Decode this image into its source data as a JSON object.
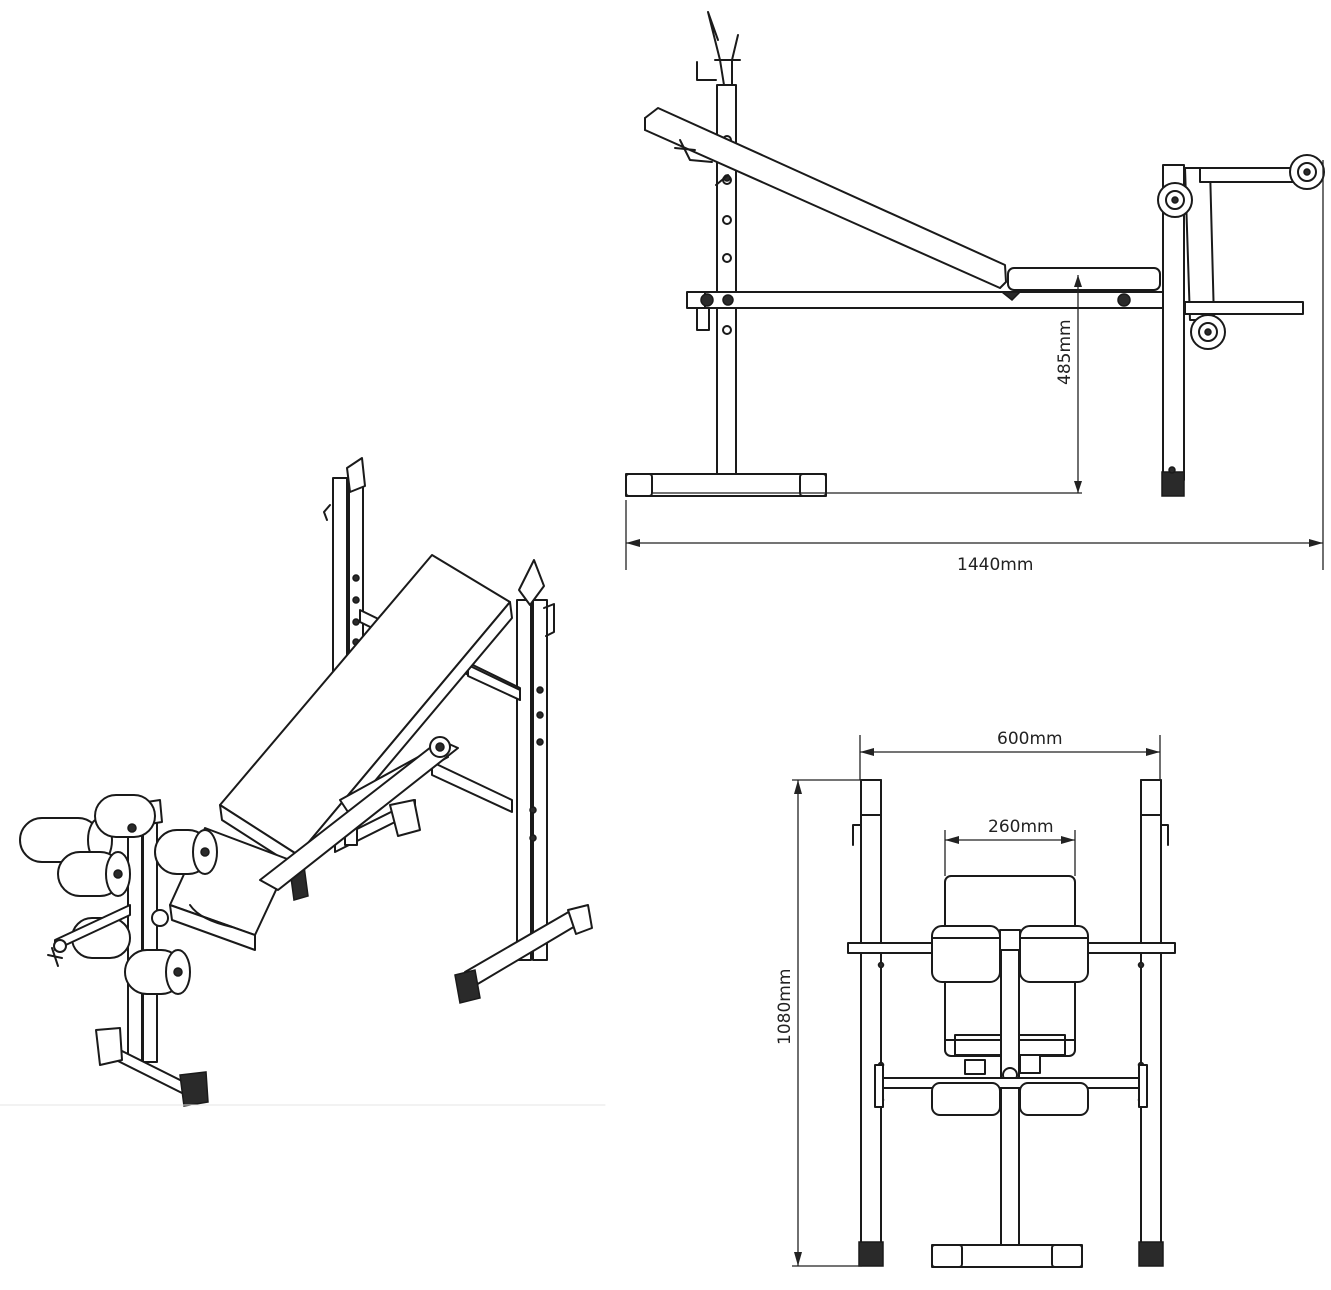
{
  "side_view": {
    "height_label": "485mm",
    "length_label": "1440mm"
  },
  "front_view": {
    "width_label": "600mm",
    "seat_width_label": "260mm",
    "depth_label": "1080mm"
  }
}
